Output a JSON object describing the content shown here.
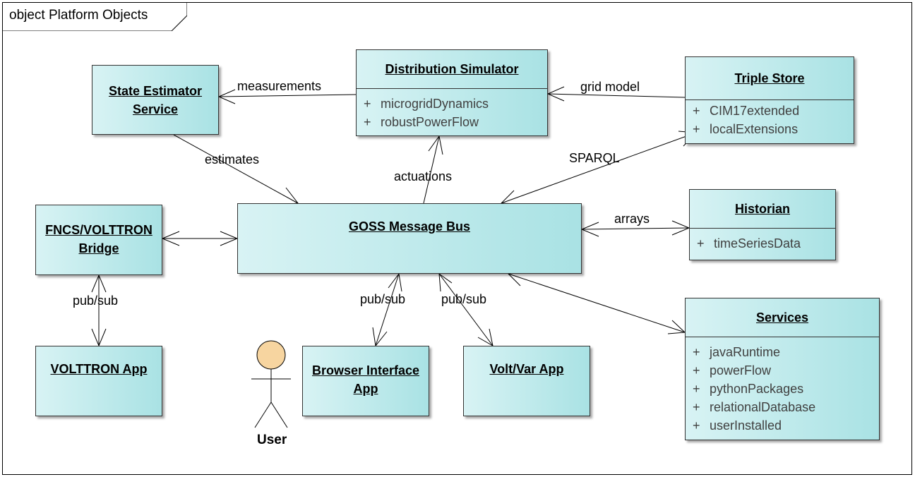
{
  "frame": {
    "title": "object Platform Objects"
  },
  "objects": {
    "state_estimator": {
      "title_lines": [
        "State Estimator",
        "Service"
      ]
    },
    "distribution_simulator": {
      "title": "Distribution Simulator",
      "attributes": [
        "microgridDynamics",
        "robustPowerFlow"
      ]
    },
    "triple_store": {
      "title": "Triple Store",
      "attributes": [
        "CIM17extended",
        "localExtensions"
      ]
    },
    "fncs_bridge": {
      "title_lines": [
        "FNCS/VOLTTRON",
        "Bridge"
      ]
    },
    "goss_bus": {
      "title": "GOSS Message Bus"
    },
    "historian": {
      "title": "Historian",
      "attributes": [
        "timeSeriesData"
      ]
    },
    "volttron_app": {
      "title": "VOLTTRON App"
    },
    "browser_app": {
      "title_lines": [
        "Browser Interface",
        "App"
      ]
    },
    "voltvar_app": {
      "title": "Volt/Var App"
    },
    "services": {
      "title": "Services",
      "attributes": [
        "javaRuntime",
        "powerFlow",
        "pythonPackages",
        "relationalDatabase",
        "userInstalled"
      ]
    }
  },
  "attribute_visibility": "+",
  "connectors": {
    "measurements": "measurements",
    "grid_model": "grid model",
    "estimates": "estimates",
    "actuations": "actuations",
    "sparql": "SPARQL",
    "arrays": "arrays",
    "pubsub_left": "pub/sub",
    "pubsub_browser": "pub/sub",
    "pubsub_voltvar": "pub/sub"
  },
  "actor": {
    "name": "User"
  }
}
